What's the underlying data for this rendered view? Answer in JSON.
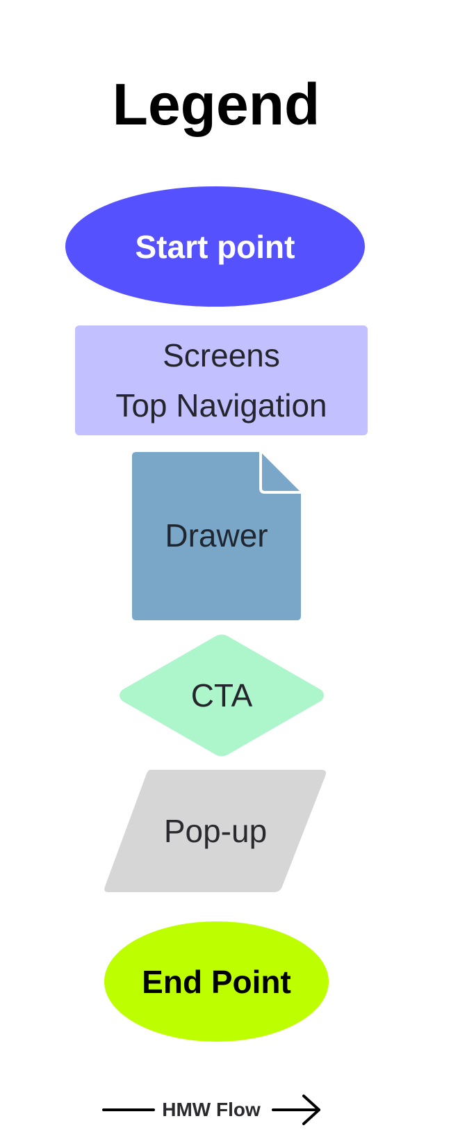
{
  "legend": {
    "title": "Legend",
    "start_point": {
      "label": "Start point",
      "color": "#5551ff"
    },
    "screens": {
      "line1": "Screens",
      "line2": "Top Navigation",
      "color": "#c2c0ff"
    },
    "drawer": {
      "label": "Drawer",
      "color": "#7aa7c7"
    },
    "cta": {
      "label": "CTA",
      "color": "#adf5cb"
    },
    "popup": {
      "label": "Pop-up",
      "color": "#d6d6d6"
    },
    "end_point": {
      "label": "End Point",
      "color": "#bdff00"
    },
    "flow": {
      "label": "HMW Flow",
      "icon": "arrow-right-icon"
    }
  }
}
